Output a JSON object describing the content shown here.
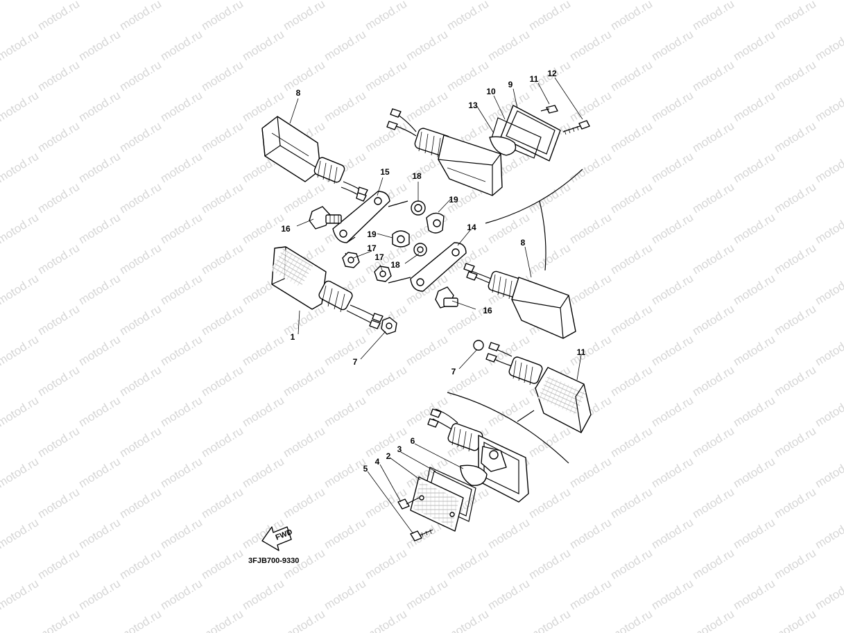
{
  "watermark": {
    "text": "motod.ru"
  },
  "diagram": {
    "code": "3FJB700-9330",
    "fwd_label": "FWD",
    "callouts": [
      {
        "id": "c1",
        "text": "1"
      },
      {
        "id": "c2",
        "text": "2"
      },
      {
        "id": "c3",
        "text": "3"
      },
      {
        "id": "c4",
        "text": "4"
      },
      {
        "id": "c5",
        "text": "5"
      },
      {
        "id": "c6",
        "text": "6"
      },
      {
        "id": "c7a",
        "text": "7"
      },
      {
        "id": "c7b",
        "text": "7"
      },
      {
        "id": "c8a",
        "text": "8"
      },
      {
        "id": "c8b",
        "text": "8"
      },
      {
        "id": "c9",
        "text": "9"
      },
      {
        "id": "c10",
        "text": "10"
      },
      {
        "id": "c11a",
        "text": "11"
      },
      {
        "id": "c11b",
        "text": "11"
      },
      {
        "id": "c12",
        "text": "12"
      },
      {
        "id": "c13",
        "text": "13"
      },
      {
        "id": "c14",
        "text": "14"
      },
      {
        "id": "c15",
        "text": "15"
      },
      {
        "id": "c16a",
        "text": "16"
      },
      {
        "id": "c16b",
        "text": "16"
      },
      {
        "id": "c17a",
        "text": "17"
      },
      {
        "id": "c17b",
        "text": "17"
      },
      {
        "id": "c18a",
        "text": "18"
      },
      {
        "id": "c18b",
        "text": "18"
      },
      {
        "id": "c19a",
        "text": "19"
      },
      {
        "id": "c19b",
        "text": "19"
      }
    ]
  }
}
